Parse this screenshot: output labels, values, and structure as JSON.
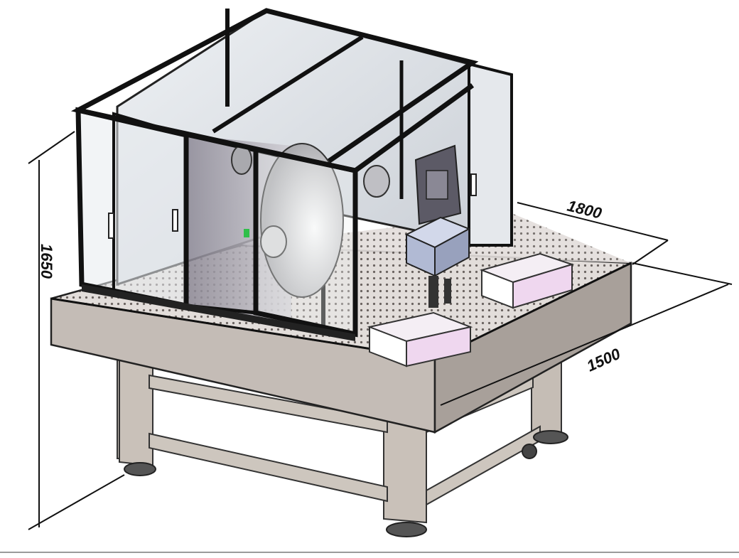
{
  "dimensions": {
    "height": "1650",
    "length": "1800",
    "width": "1500"
  },
  "colors": {
    "frame": "#1a1a1a",
    "table_top": "#dcd7d4",
    "table_side": "#b5aca6",
    "legs": "#c2bab2",
    "glass": "#d9dde2",
    "pink_block": "#efd7ef",
    "camera_box": "#b9c2da"
  }
}
